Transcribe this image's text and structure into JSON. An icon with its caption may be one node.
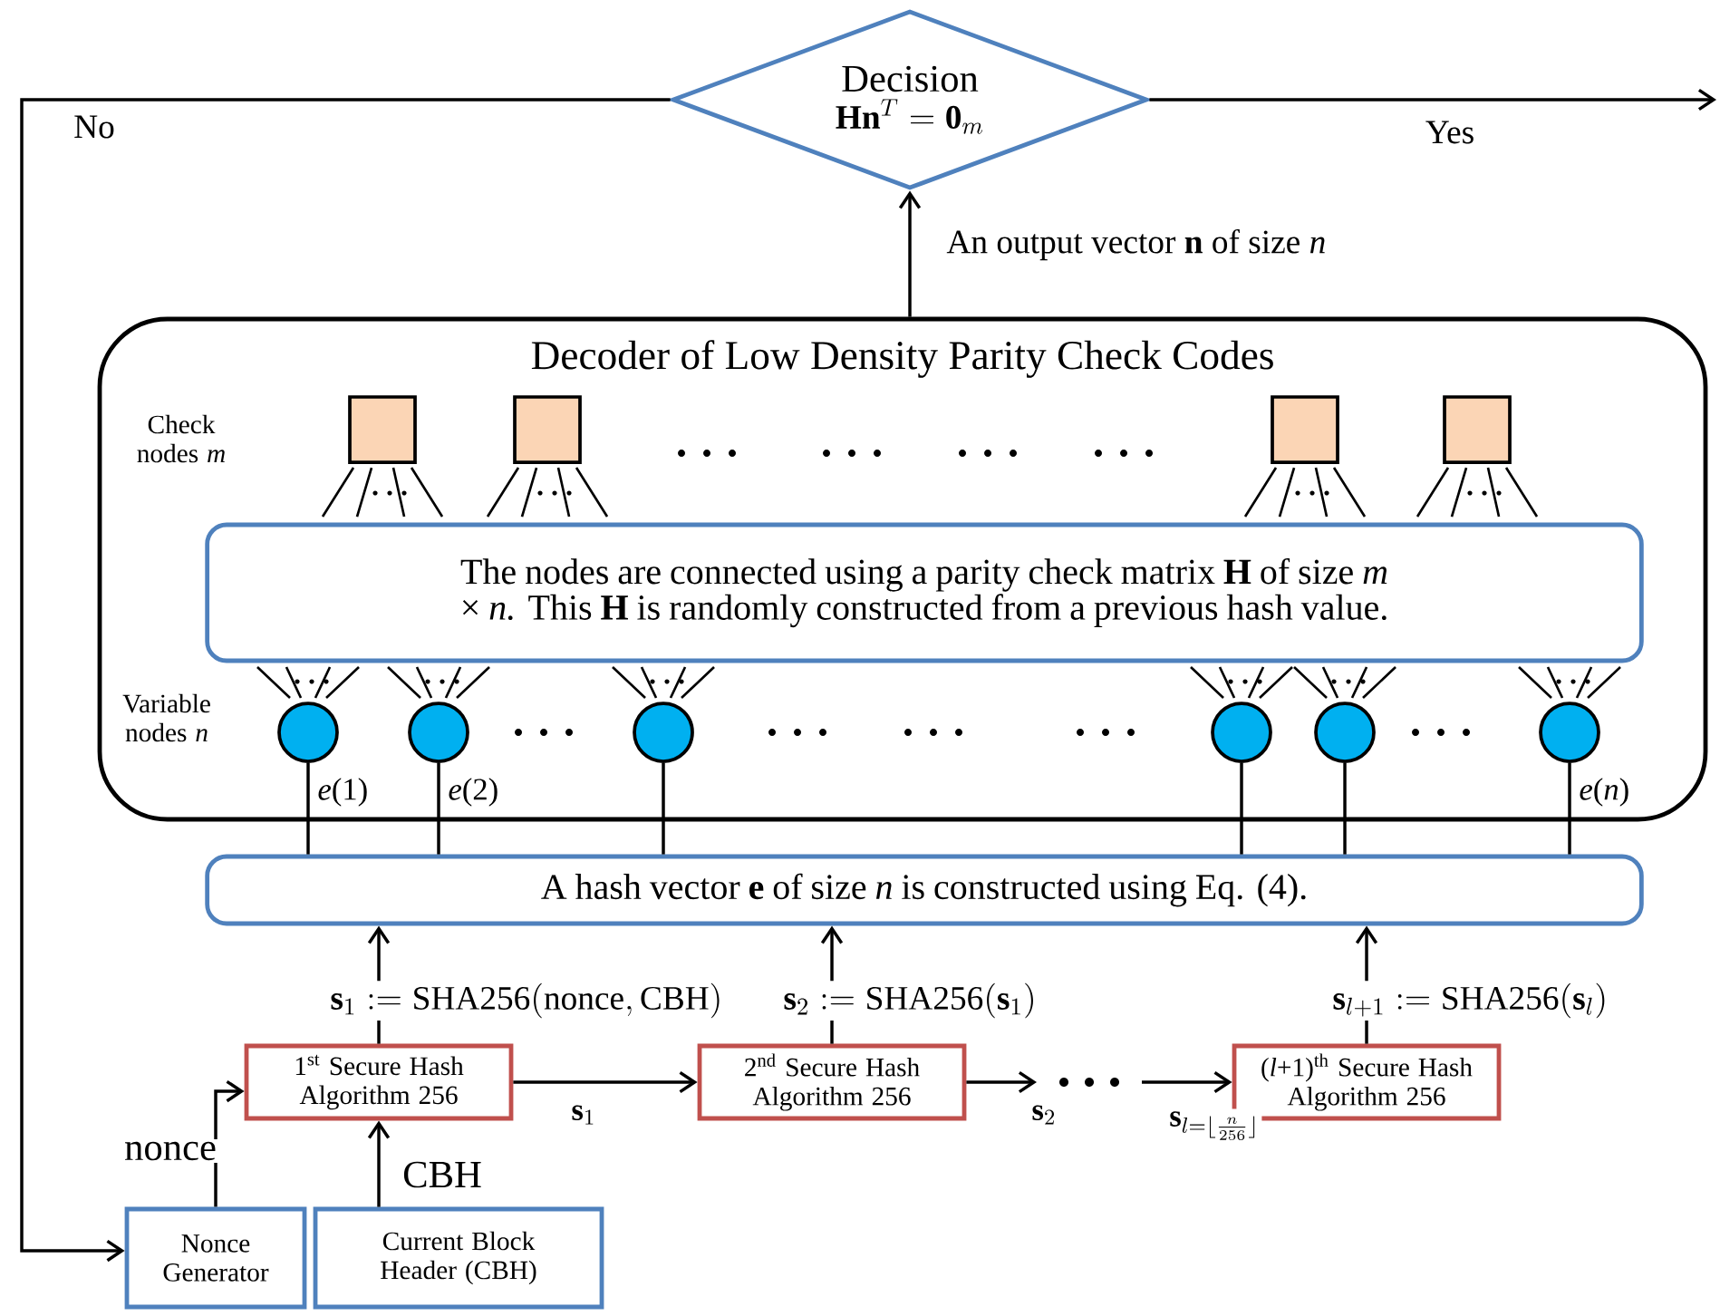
{
  "diagram": {
    "nodes": [
      {
        "text": [
          "Decision",
          "\\mathbf{Hn}^{T}=\\mathbf{0}_{m}"
        ]
      },
      {
        "text": [
          "Decoder of Low Density Parity Check Codes"
        ]
      },
      {
        "text": [],
        "shape": "box",
        "in": 1
      },
      {
        "text": [],
        "shape": "box",
        "in": 1
      },
      {
        "text": [],
        "shape": "box",
        "in": 1
      },
      {
        "text": [],
        "shape": "box",
        "in": 1
      },
      {
        "text": [
          "The nodes are connected using a parity check matrix **H** of size *m* × *n.* This **H** is randomly constructed from a previous hash value."
        ],
        "in": 1
      },
      {
        "text": [],
        "shape": "circle",
        "in": 1,
        "beside": [
          "*e*(1)"
        ]
      },
      {
        "text": [],
        "shape": "circle",
        "in": 1,
        "beside": [
          "*e*(2)"
        ]
      },
      {
        "text": [],
        "shape": "circle",
        "in": 1
      },
      {
        "text": [],
        "shape": "circle",
        "in": 1
      },
      {
        "text": [],
        "shape": "circle",
        "in": 1
      },
      {
        "text": [],
        "shape": "circle",
        "in": 1,
        "beside": [
          "*e*(*n*)"
        ]
      },
      {
        "text": [
          "A hash vector **e** of size *n* is constructed using Eq. (4)."
        ]
      },
      {
        "text": [
          "1$^{st}$ Secure Hash Algorithm 256"
        ]
      },
      {
        "text": [
          "2$^{nd}$ Secure Hash Algorithm 256"
        ]
      },
      {
        "text": [
          "(*l*+1)$^{th}$ Secure Hash Algorithm 256"
        ]
      },
      {
        "text": [
          "Nonce Generator"
        ]
      },
      {
        "text": [
          "Current Block Header (CBH)"
        ]
      }
    ],
    "edges": [
      {
        "from": 1,
        "to": 0,
        "arrow": "to",
        "label": "An output vector **n** of size *n*"
      },
      {
        "from": 0,
        "to": null,
        "arrow": "to",
        "label": "Yes"
      },
      {
        "from": 0,
        "to": 17,
        "arrow": "to",
        "label": "No"
      },
      {
        "from": 7,
        "to": 13,
        "arrow": "none"
      },
      {
        "from": 8,
        "to": 13,
        "arrow": "none"
      },
      {
        "from": 9,
        "to": 13,
        "arrow": "none"
      },
      {
        "from": 10,
        "to": 13,
        "arrow": "none"
      },
      {
        "from": 11,
        "to": 13,
        "arrow": "none"
      },
      {
        "from": 12,
        "to": 13,
        "arrow": "none"
      },
      {
        "from": 14,
        "to": 13,
        "arrow": "to",
        "label": "\\mathbf{s}_{1}\\mathrel{:=}\\mathrm{SHA256}(\\mathrm{nonce},\\mathrm{CBH})"
      },
      {
        "from": 15,
        "to": 13,
        "arrow": "to",
        "label": "\\mathbf{s}_{2}\\mathrel{:=}\\mathrm{SHA256}(\\mathbf{s}_{1})"
      },
      {
        "from": 16,
        "to": 13,
        "arrow": "to",
        "label": "\\mathbf{s}_{l+1}\\mathrel{:=}\\mathrm{SHA256}(\\mathbf{s}_{l})"
      },
      {
        "from": 14,
        "to": 15,
        "arrow": "to",
        "label": "\\mathbf{s}_{1}"
      },
      {
        "from": 15,
        "to": null,
        "arrow": "to",
        "label": "\\mathbf{s}_{2}"
      },
      {
        "from": null,
        "to": 16,
        "arrow": "to",
        "label": "\\mathbf{s}_{l=\\lfloor\\frac{n}{256}\\rfloor}"
      },
      {
        "from": 17,
        "to": 14,
        "arrow": "to",
        "label": "nonce"
      },
      {
        "from": 18,
        "to": 14,
        "arrow": "to",
        "label": "CBH"
      }
    ],
    "labels": [
      "Check nodes *m*",
      "Variable nodes *n*"
    ]
  }
}
